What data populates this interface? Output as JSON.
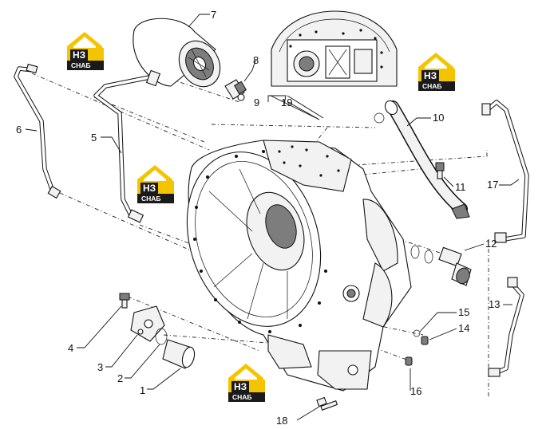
{
  "parts": [
    {
      "number": "1"
    },
    {
      "number": "2"
    },
    {
      "number": "3"
    },
    {
      "number": "4"
    },
    {
      "number": "5"
    },
    {
      "number": "6"
    },
    {
      "number": "7"
    },
    {
      "number": "8"
    },
    {
      "number": "9"
    },
    {
      "number": "10"
    },
    {
      "number": "11"
    },
    {
      "number": "12"
    },
    {
      "number": "13"
    },
    {
      "number": "14"
    },
    {
      "number": "15"
    },
    {
      "number": "16"
    },
    {
      "number": "17"
    },
    {
      "number": "18"
    },
    {
      "number": "19"
    }
  ],
  "watermark": {
    "line1": "НЗ",
    "line2": "СНАБ",
    "color_yellow": "#f5c400",
    "color_black": "#1a1a1a"
  }
}
